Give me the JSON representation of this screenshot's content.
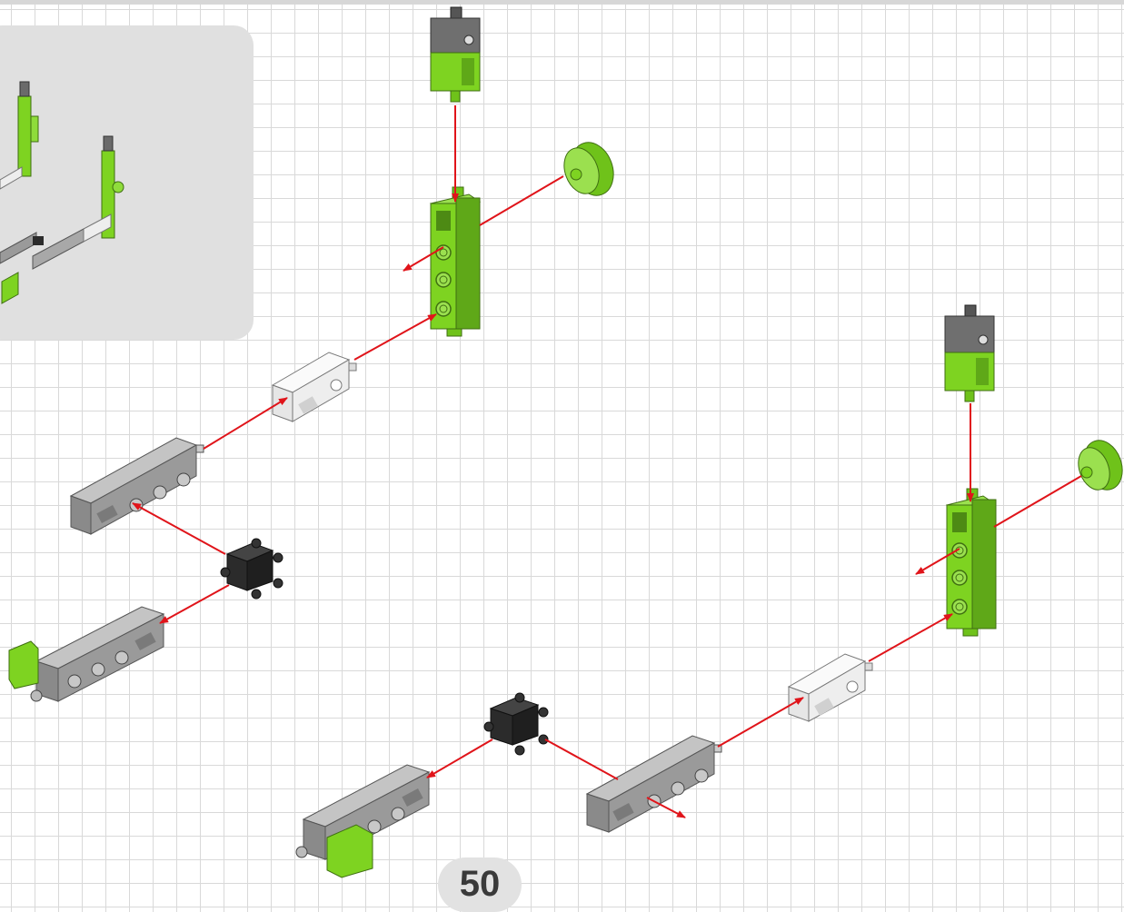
{
  "page": {
    "number": "50"
  },
  "colors": {
    "background": "#ffffff",
    "grid_line": "#d9d9d9",
    "preview_panel": "#e0e0e0",
    "arrow": "#e0141a",
    "green_part": "#7ed321",
    "grey_part": "#9a9a9a",
    "white_part": "#eeeeee",
    "black_part": "#2b2b2b"
  },
  "diagram": {
    "type": "exploded-assembly-instructions",
    "assemblies": 2,
    "parts_per_assembly": [
      "grey-cap-connector",
      "green-three-hole-beam",
      "green-pulley-wheel",
      "white-two-hole-block",
      "grey-four-hole-beam",
      "black-cube-connector",
      "grey-beam-with-green-clip"
    ]
  }
}
